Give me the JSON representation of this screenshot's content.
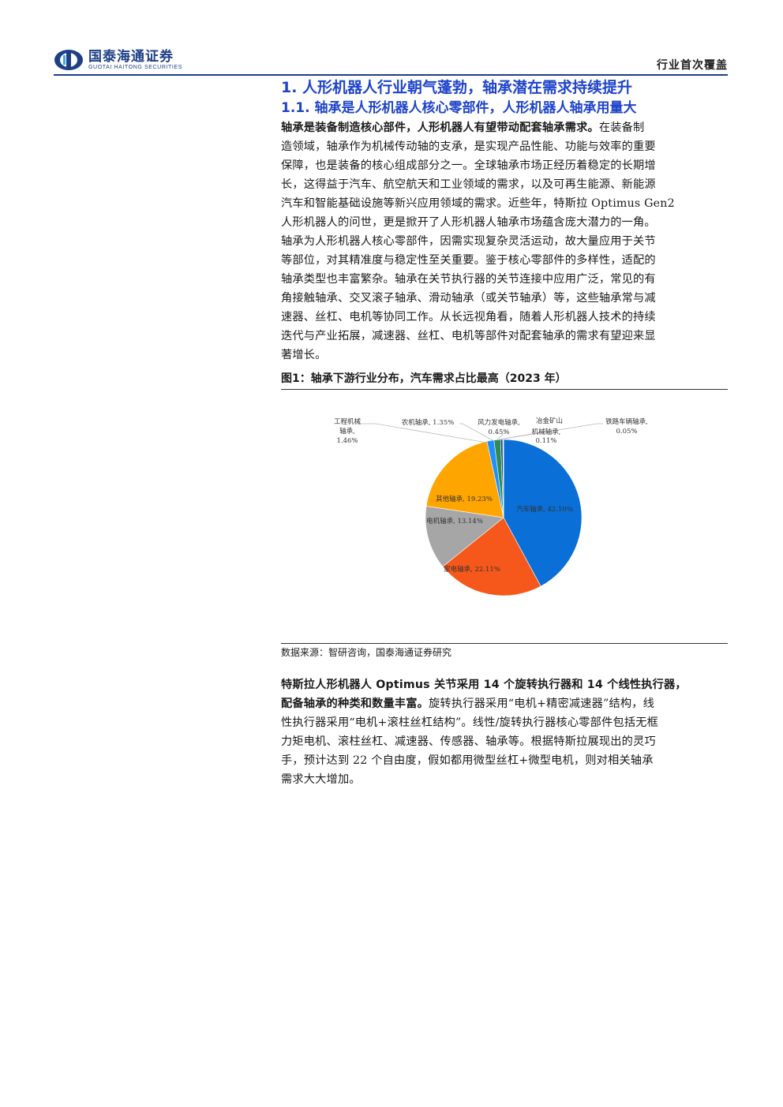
{
  "header": {
    "company_cn": "国泰海通证券",
    "company_en": "GUOTAI HAITONG SECURITIES",
    "section_label": "行业首次覆盖"
  },
  "section1": {
    "heading": "1.  人形机器人行业朝气蓬勃，轴承潜在需求持续提升",
    "subheading": "1.1.  轴承是人形机器人核心零部件，人形机器人轴承用量大",
    "para1_bold": "轴承是装备制造核心部件，人形机器人有望带动配套轴承需求。",
    "para1_lines": [
      "在装备制",
      "造领域，轴承作为机械传动轴的支承，是实现产品性能、功能与效率的重要",
      "保障，也是装备的核心组成部分之一。全球轴承市场正经历着稳定的长期增",
      "长，这得益于汽车、航空航天和工业领域的需求，以及可再生能源、新能源",
      "汽车和智能基础设施等新兴应用领域的需求。近些年，特斯拉 Optimus Gen2",
      "人形机器人的问世，更是掀开了人形机器人轴承市场蕴含庞大潜力的一角。",
      "轴承为人形机器人核心零部件，因需实现复杂灵活运动，故大量应用于关节",
      "等部位，对其精准度与稳定性至关重要。鉴于核心零部件的多样性，适配的",
      "轴承类型也丰富繁杂。轴承在关节执行器的关节连接中应用广泛，常见的有",
      "角接触轴承、交叉滚子轴承、滑动轴承（或关节轴承）等，这些轴承常与减",
      "速器、丝杠、电机等协同工作。从长远视角看，随着人形机器人技术的持续",
      "迭代与产业拓展，减速器、丝杠、电机等部件对配套轴承的需求有望迎来显",
      "著增长。"
    ]
  },
  "figure1": {
    "title": "图1：轴承下游行业分布，汽车需求占比最高（2023 年）",
    "source": "数据来源：智研咨询，国泰海通证券研究"
  },
  "chart_data": {
    "type": "pie",
    "title": "",
    "slices": [
      {
        "name": "汽车轴承",
        "value": 42.1,
        "label": "汽车轴承, 42.10%",
        "color": "#0a6fd6"
      },
      {
        "name": "家电轴承",
        "value": 22.11,
        "label": "家电轴承, 22.11%",
        "color": "#f5581a"
      },
      {
        "name": "电机轴承",
        "value": 13.14,
        "label": "电机轴承, 13.14%",
        "color": "#a6a6a6"
      },
      {
        "name": "其他轴承",
        "value": 19.23,
        "label": "其他轴承, 19.23%",
        "color": "#ffa500"
      },
      {
        "name": "工程机械轴承",
        "value": 1.46,
        "label": "工程机械轴承, 1.46%",
        "color": "#1e90ff"
      },
      {
        "name": "农机轴承",
        "value": 1.35,
        "label": "农机轴承, 1.35%",
        "color": "#2e8b57"
      },
      {
        "name": "风力发电轴承",
        "value": 0.45,
        "label": "风力发电轴承, 0.45%",
        "color": "#1f3d7a"
      },
      {
        "name": "冶金矿山机械轴承",
        "value": 0.11,
        "label": "冶金矿山机械轴承, 0.11%",
        "color": "#8b3a0f"
      },
      {
        "name": "铁路车辆轴承",
        "value": 0.05,
        "label": "铁路车辆轴承, 0.05%",
        "color": "#555555"
      }
    ],
    "outside_labels": {
      "engineering": [
        "工程机械",
        "轴承,",
        "1.46%"
      ],
      "agri": [
        "农机轴承, 1.35%"
      ],
      "wind": [
        "风力发电轴承,",
        "0.45%"
      ],
      "metal": [
        "冶金矿山",
        "机械轴承,",
        "0.11%"
      ],
      "rail": [
        "铁路车辆轴承,",
        "0.05%"
      ]
    }
  },
  "section2": {
    "bold_lines": [
      "特斯拉人形机器人 Optimus 关节采用 14 个旋转执行器和 14 个线性执行器，",
      "配备轴承的种类和数量丰富。"
    ],
    "rest_line2": "旋转执行器采用“电机+精密减速器”结构，线",
    "lines": [
      "性执行器采用“电机+滚柱丝杠结构”。线性/旋转执行器核心零部件包括无框",
      "力矩电机、滚柱丝杠、减速器、传感器、轴承等。根据特斯拉展现出的灵巧",
      "手，预计达到 22 个自由度，假如都用微型丝杠+微型电机，则对相关轴承",
      "需求大大增加。"
    ]
  }
}
